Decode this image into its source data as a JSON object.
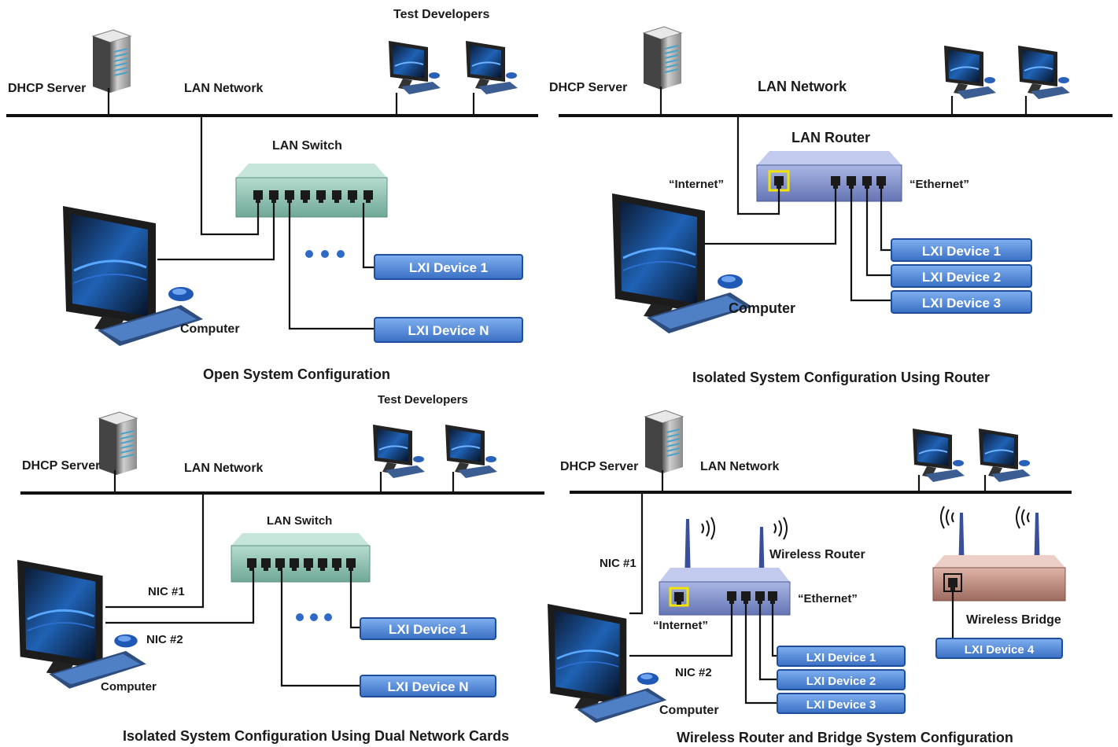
{
  "panels": {
    "open": {
      "caption": "Open System Configuration",
      "dhcp_server": "DHCP Server",
      "lan_network": "LAN Network",
      "test_developers": "Test Developers",
      "lan_switch": "LAN Switch",
      "computer": "Computer",
      "lxi_device_1": "LXI Device 1",
      "lxi_device_n": "LXI Device N"
    },
    "router": {
      "caption": "Isolated System Configuration Using Router",
      "dhcp_server": "DHCP Server",
      "lan_network": "LAN Network",
      "lan_router": "LAN Router",
      "internet": "“Internet”",
      "ethernet": "“Ethernet”",
      "computer": "Computer",
      "lxi_device_1": "LXI Device 1",
      "lxi_device_2": "LXI Device 2",
      "lxi_device_3": "LXI Device 3"
    },
    "dual": {
      "caption": "Isolated System Configuration Using Dual Network Cards",
      "dhcp_server": "DHCP Server",
      "lan_network": "LAN Network",
      "test_developers": "Test Developers",
      "lan_switch": "LAN Switch",
      "nic1": "NIC #1",
      "nic2": "NIC #2",
      "computer": "Computer",
      "lxi_device_1": "LXI Device 1",
      "lxi_device_n": "LXI Device N"
    },
    "wireless": {
      "caption": "Wireless Router and Bridge System Configuration",
      "dhcp_server": "DHCP Server",
      "lan_network": "LAN Network",
      "wireless_router": "Wireless Router",
      "ethernet": "“Ethernet”",
      "internet": "“Internet”",
      "nic1": "NIC #1",
      "nic2": "NIC #2",
      "computer": "Computer",
      "wireless_bridge": "Wireless Bridge",
      "lxi_device_1": "LXI Device 1",
      "lxi_device_2": "LXI Device 2",
      "lxi_device_3": "LXI Device 3",
      "lxi_device_4": "LXI Device 4"
    }
  },
  "colors": {
    "lxi_fill": "#4f86d6",
    "lxi_stroke": "#1d4f9c",
    "switch_fill": "#8fc1b1",
    "router_fill": "#7d8fc8",
    "bridge_fill": "#b98478",
    "port_highlight": "#f2e400"
  },
  "icons": [
    "server-icon",
    "monitor-icon",
    "keyboard-icon",
    "mouse-icon",
    "switch-icon",
    "router-icon",
    "antenna-icon",
    "wireless-bridge-icon",
    "ellipsis-dots-icon"
  ]
}
